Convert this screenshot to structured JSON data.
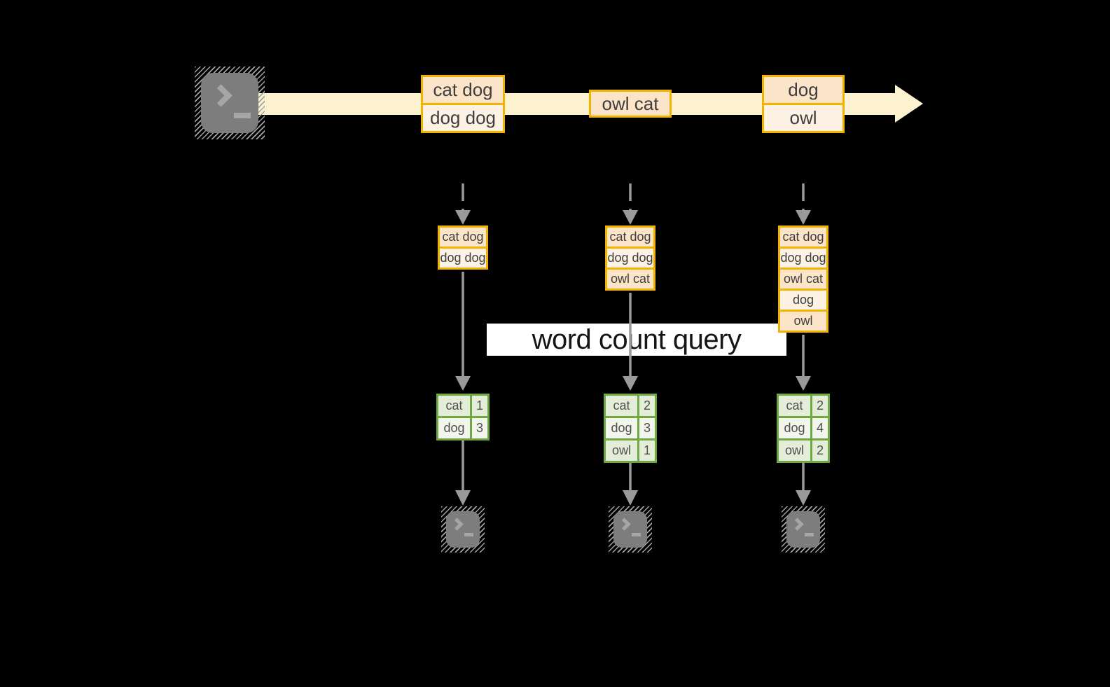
{
  "banner": {
    "label": "word count query"
  },
  "timeline": {
    "source_icon": "terminal-icon",
    "events": [
      {
        "lines": [
          "cat dog",
          "dog dog"
        ]
      },
      {
        "lines": [
          "owl cat"
        ]
      },
      {
        "lines": [
          "dog",
          "owl"
        ]
      }
    ]
  },
  "columns": [
    {
      "state": [
        "cat dog",
        "dog dog"
      ],
      "counts": [
        {
          "word": "cat",
          "count": "1"
        },
        {
          "word": "dog",
          "count": "3"
        }
      ],
      "sink_icon": "terminal-icon"
    },
    {
      "state": [
        "cat dog",
        "dog dog",
        "owl cat"
      ],
      "counts": [
        {
          "word": "cat",
          "count": "2"
        },
        {
          "word": "dog",
          "count": "3"
        },
        {
          "word": "owl",
          "count": "1"
        }
      ],
      "sink_icon": "terminal-icon"
    },
    {
      "state": [
        "cat dog",
        "dog dog",
        "owl cat",
        "dog",
        "owl"
      ],
      "counts": [
        {
          "word": "cat",
          "count": "2"
        },
        {
          "word": "dog",
          "count": "4"
        },
        {
          "word": "owl",
          "count": "2"
        }
      ],
      "sink_icon": "terminal-icon"
    }
  ],
  "colors": {
    "amber_border": "#f0b400",
    "peach_dark": "#fbe4c8",
    "peach_light": "#fdf2e4",
    "band_cream": "#fdf2cf",
    "green_border": "#6fa743",
    "green_row_dark": "#e3edd7",
    "green_row_light": "#f1f5eb",
    "arrow_gray": "#9a9a9a",
    "terminal_gray": "#7d7d7d",
    "banner_bg": "#ffffff"
  }
}
